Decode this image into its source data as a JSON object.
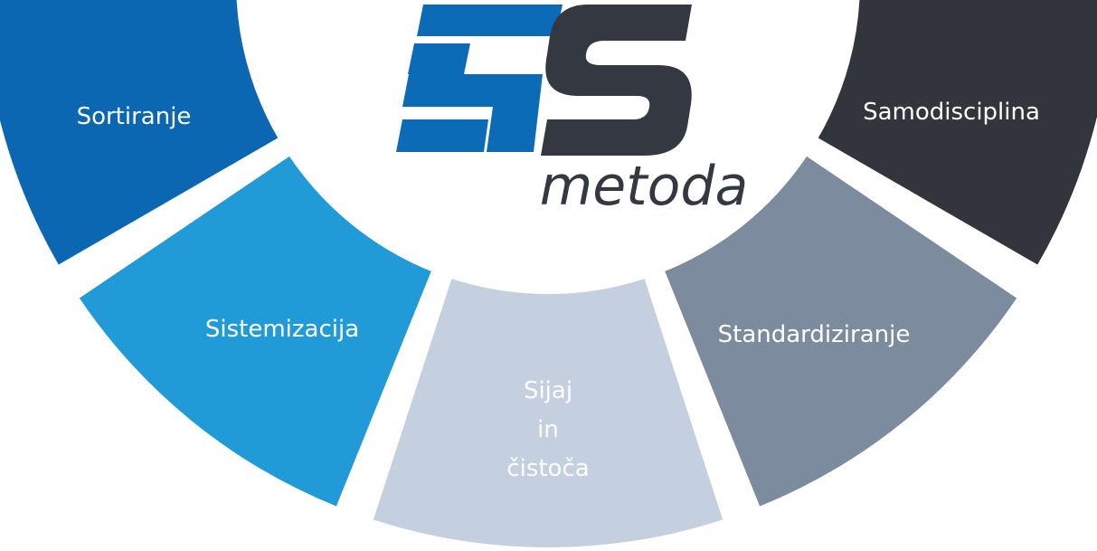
{
  "logo": {
    "digit": "5",
    "letter": "S",
    "subtitle": "metoda",
    "colors": {
      "blue": "#0b6bb7",
      "dark": "#343841"
    }
  },
  "segments": [
    {
      "id": "sortiranje",
      "lines": [
        "Sortiranje"
      ],
      "color": "#0b67b2"
    },
    {
      "id": "sistemizacija",
      "lines": [
        "Sistemizacija"
      ],
      "color": "#209bd8"
    },
    {
      "id": "sijaj",
      "lines": [
        "Sijaj",
        "in",
        "čistoča"
      ],
      "color": "#c4d0df"
    },
    {
      "id": "standardiziranje",
      "lines": [
        "Standardiziranje"
      ],
      "color": "#7c8b9d"
    },
    {
      "id": "samodisciplina",
      "lines": [
        "Samodisciplina"
      ],
      "color": "#33353d"
    }
  ]
}
